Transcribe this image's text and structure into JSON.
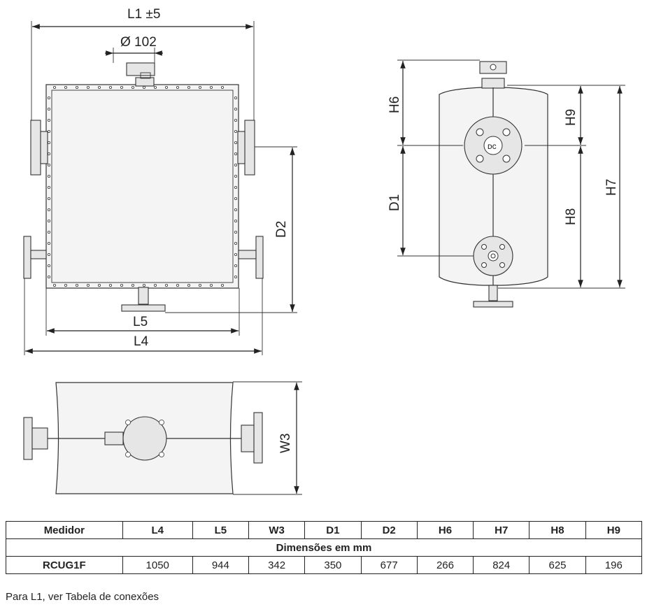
{
  "dimension_labels": {
    "l1": "L1 ±5",
    "dia": "Ø 102",
    "l5": "L5",
    "l4": "L4",
    "d2": "D2",
    "w3": "W3",
    "h6": "H6",
    "h9": "H9",
    "h7": "H7",
    "d1": "D1",
    "h8": "H8"
  },
  "table": {
    "headers": [
      "Medidor",
      "L4",
      "L5",
      "W3",
      "D1",
      "D2",
      "H6",
      "H7",
      "H8",
      "H9"
    ],
    "subheader": "Dimensões em mm",
    "rows": [
      [
        "RCUG1F",
        "1050",
        "944",
        "342",
        "350",
        "677",
        "266",
        "824",
        "625",
        "196"
      ]
    ]
  },
  "note": "Para L1, ver Tabela de conexões"
}
